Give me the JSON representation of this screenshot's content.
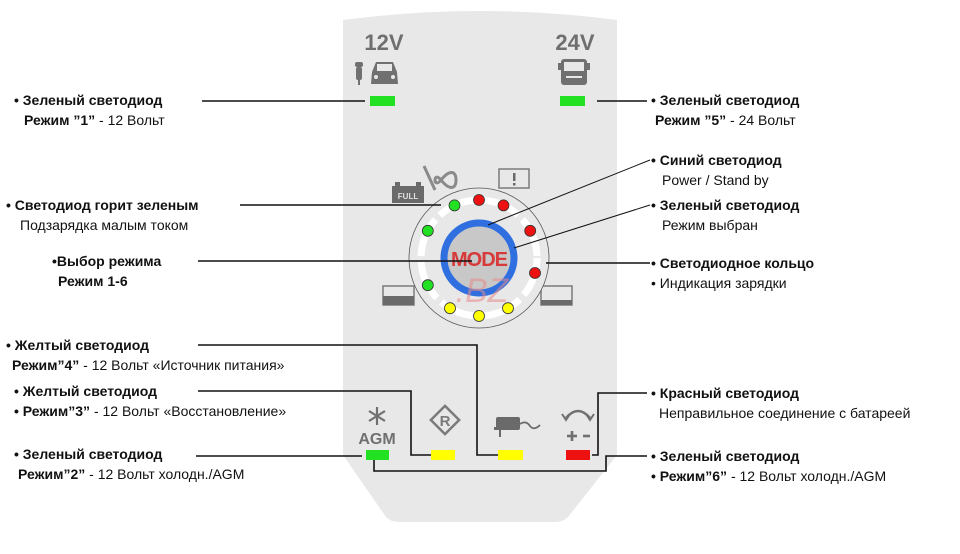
{
  "panel": {
    "voltage_left": "12V",
    "voltage_right": "24V",
    "mode_button": "MODE",
    "agm_label": "AGM",
    "full_label": "FULL",
    "watermark": ".BZ",
    "icons": {
      "motorcycle": "motorcycle-icon",
      "car": "car-icon",
      "truck": "truck-icon",
      "battery_full": "battery-full-icon",
      "infinity": "infinity-icon",
      "battery_warning": "battery-warning-icon",
      "battery_left": "battery-icon",
      "battery_right": "battery-icon",
      "snowflake": "snowflake-icon",
      "recond": "recondition-r-icon",
      "power_supply": "power-supply-icon",
      "reverse_polarity": "reverse-polarity-icon"
    },
    "colors": {
      "panel_bg": "#e8e8e8",
      "icon_gray": "#707070",
      "led_green": "#22e022",
      "led_yellow": "#ffff00",
      "led_red": "#ee1111",
      "mode_ring_blue": "#2f6fe0",
      "mode_text_red": "#d63a3a",
      "mode_center": "#c8c8c8"
    },
    "mode_leds": [
      {
        "name": "mode-led-1-12v",
        "color": "green"
      },
      {
        "name": "mode-led-5-24v",
        "color": "green"
      },
      {
        "name": "mode-led-2-agm",
        "color": "green"
      },
      {
        "name": "mode-led-3-recond",
        "color": "yellow"
      },
      {
        "name": "mode-led-4-supply",
        "color": "yellow"
      },
      {
        "name": "mode-led-error",
        "color": "red"
      }
    ],
    "ring_leds": [
      "green",
      "green",
      "green",
      "yellow",
      "yellow",
      "yellow",
      "red",
      "red",
      "red",
      "red"
    ]
  },
  "annotations": {
    "left": [
      {
        "title": "• Зеленый светодиод",
        "sub_bold": "Режим ”1”",
        "sub_rest": " - 12 Вольт"
      },
      {
        "title": "• Светодиод горит зеленым",
        "sub_bold": "",
        "sub_rest": "Подзарядка малым током"
      },
      {
        "title": "•Выбор режима",
        "sub_bold": "Режим 1-6",
        "sub_rest": ""
      },
      {
        "title": "• Желтый светодиод",
        "sub_bold": "Режим”4”",
        "sub_rest": " - 12 Вольт «Источник питания»"
      },
      {
        "title": "• Желтый светодиод",
        "sub_bold": "• Режим”3”",
        "sub_rest": " - 12 Вольт «Восстановление»"
      },
      {
        "title": "• Зеленый светодиод",
        "sub_bold": "Режим”2”",
        "sub_rest": " - 12 Вольт холодн./AGM"
      }
    ],
    "right": [
      {
        "title": "• Зеленый светодиод",
        "sub_bold": "Режим ”5”",
        "sub_rest": " - 24 Вольт"
      },
      {
        "title": "• Синий светодиод",
        "sub_bold": "",
        "sub_rest": "Power / Stand by"
      },
      {
        "title": "• Зеленый светодиод",
        "sub_bold": "",
        "sub_rest": "Режим выбран"
      },
      {
        "title": "• Светодиодное кольцо",
        "sub_bold": "",
        "sub_rest": "• Индикация зарядки"
      },
      {
        "title": "• Красный светодиод",
        "sub_bold": "",
        "sub_rest": "Неправильное соединение с батареей"
      },
      {
        "title": "• Зеленый светодиод",
        "sub_bold": "• Режим”6”",
        "sub_rest": " - 12 Вольт холодн./AGM"
      }
    ]
  }
}
